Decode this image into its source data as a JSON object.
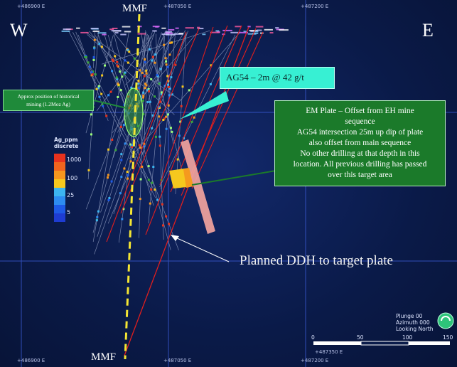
{
  "coords_top": [
    "+486900 E",
    "+487050 E",
    "+487200 E"
  ],
  "coords_bottom": [
    "+486900 E",
    "+487050 E",
    "+487350 E",
    "+487200 E"
  ],
  "directions": {
    "west": "W",
    "east": "E"
  },
  "fault": {
    "top_label": "MMF",
    "bottom_label": "MMF"
  },
  "callouts": {
    "historical": [
      "Approx position of historical",
      "mining (1.2Moz Ag)"
    ],
    "intercept": "AG54 – 2m @ 42 g/t",
    "em_plate": [
      "EM Plate – Offset from EH mine",
      "sequence",
      "AG54 intersection 25m up dip of plate",
      "also offset from main sequence",
      "No other drilling at that depth in this",
      "location. All previous drilling has passed",
      "over this target area"
    ]
  },
  "planned_label": "Planned DDH to target plate",
  "legend": {
    "title": [
      "Ag_ppm",
      "discrete"
    ],
    "entries": [
      {
        "label": "1000",
        "color": "#e8321e"
      },
      {
        "label": "",
        "color": "#f0641e"
      },
      {
        "label": "100",
        "color": "#f5961e"
      },
      {
        "label": "",
        "color": "#f5c81e"
      },
      {
        "label": "25",
        "color": "#3cb4f0"
      },
      {
        "label": "",
        "color": "#2d8cf0"
      },
      {
        "label": "5",
        "color": "#1e5ae6"
      },
      {
        "label": "",
        "color": "#1e3cd2"
      }
    ]
  },
  "view": [
    "Plunge 00",
    "Azimuth 000",
    "Looking North"
  ],
  "scale": [
    "0",
    "50",
    "100",
    "150"
  ],
  "colors": {
    "fault": "#f5e633",
    "plate": "#f7a6a0",
    "planned_hole": "#e01e1e",
    "intercept_box": "#37f0d3",
    "callout_green": "#1b7a2a"
  }
}
